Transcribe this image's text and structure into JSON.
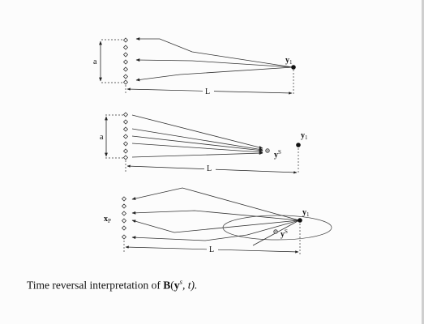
{
  "figure": {
    "panel1": {
      "label_a": "a",
      "label_L": "L",
      "label_y": "y",
      "label_y_sub": "1"
    },
    "panel2": {
      "label_a": "a",
      "label_L": "L",
      "label_y": "y",
      "label_y_sub": "1",
      "label_ys": "y",
      "label_ys_sup": "S"
    },
    "panel3": {
      "label_xp": "x",
      "label_xp_sub": "P",
      "label_L": "L",
      "label_y": "y",
      "label_y_sub": "1",
      "label_ys": "y",
      "label_ys_sup": "S"
    }
  },
  "caption": {
    "prefix": "Time reversal interpretation of ",
    "B": "B",
    "open": "(",
    "y": "y",
    "sup": "s",
    "rest": ", t)."
  }
}
